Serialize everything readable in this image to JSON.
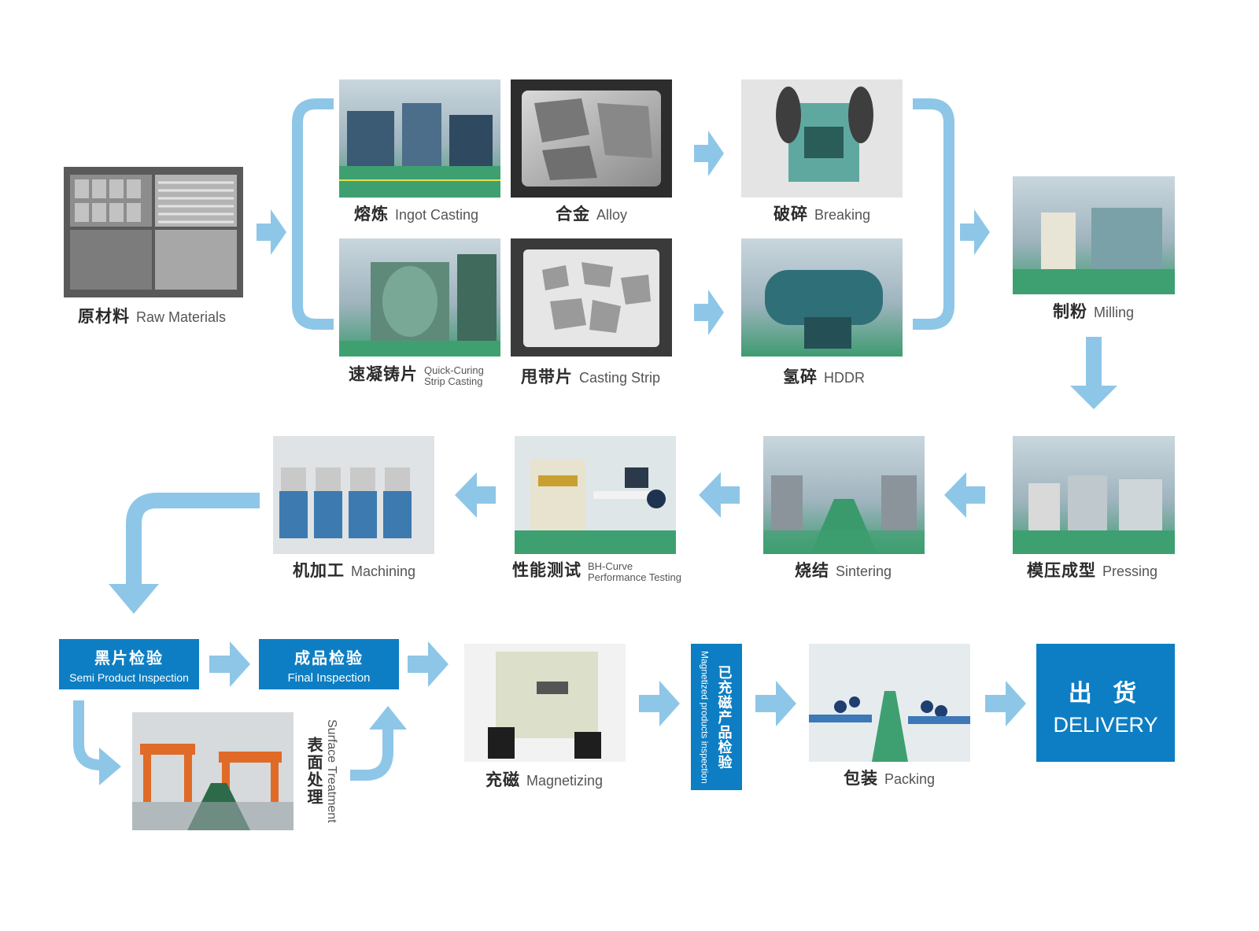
{
  "steps": {
    "raw_materials": {
      "zh": "原材料",
      "en": "Raw Materials"
    },
    "ingot_casting": {
      "zh": "熔炼",
      "en": "Ingot Casting"
    },
    "alloy": {
      "zh": "合金",
      "en": "Alloy"
    },
    "breaking": {
      "zh": "破碎",
      "en": "Breaking"
    },
    "strip_casting": {
      "zh": "速凝铸片",
      "en_line1": "Quick-Curing",
      "en_line2": "Strip Casting"
    },
    "casting_strip": {
      "zh": "甩带片",
      "en": "Casting Strip"
    },
    "hddr": {
      "zh": "氢碎",
      "en": "HDDR"
    },
    "milling": {
      "zh": "制粉",
      "en": "Milling"
    },
    "pressing": {
      "zh": "模压成型",
      "en": "Pressing"
    },
    "sintering": {
      "zh": "烧结",
      "en": "Sintering"
    },
    "performance_testing": {
      "zh": "性能测试",
      "en_line1": "BH-Curve",
      "en_line2": "Performance Testing"
    },
    "machining": {
      "zh": "机加工",
      "en": "Machining"
    },
    "semi_inspection": {
      "zh": "黑片检验",
      "en": "Semi Product Inspection"
    },
    "final_inspection": {
      "zh": "成品检验",
      "en": "Final Inspection"
    },
    "surface_treatment": {
      "zh": "表面处理",
      "en": "Surface Treatment"
    },
    "magnetizing": {
      "zh": "充磁",
      "en": "Magnetizing"
    },
    "magnetized_inspection": {
      "zh": "已充磁产品检验",
      "en": "Magnetized products inspection"
    },
    "packing": {
      "zh": "包装",
      "en": "Packing"
    },
    "delivery": {
      "zh": "出 货",
      "en": "DELIVERY"
    }
  },
  "colors": {
    "arrow": "#8ec6e8",
    "box": "#0d7ec3",
    "bracket": "#8ec6e8"
  }
}
